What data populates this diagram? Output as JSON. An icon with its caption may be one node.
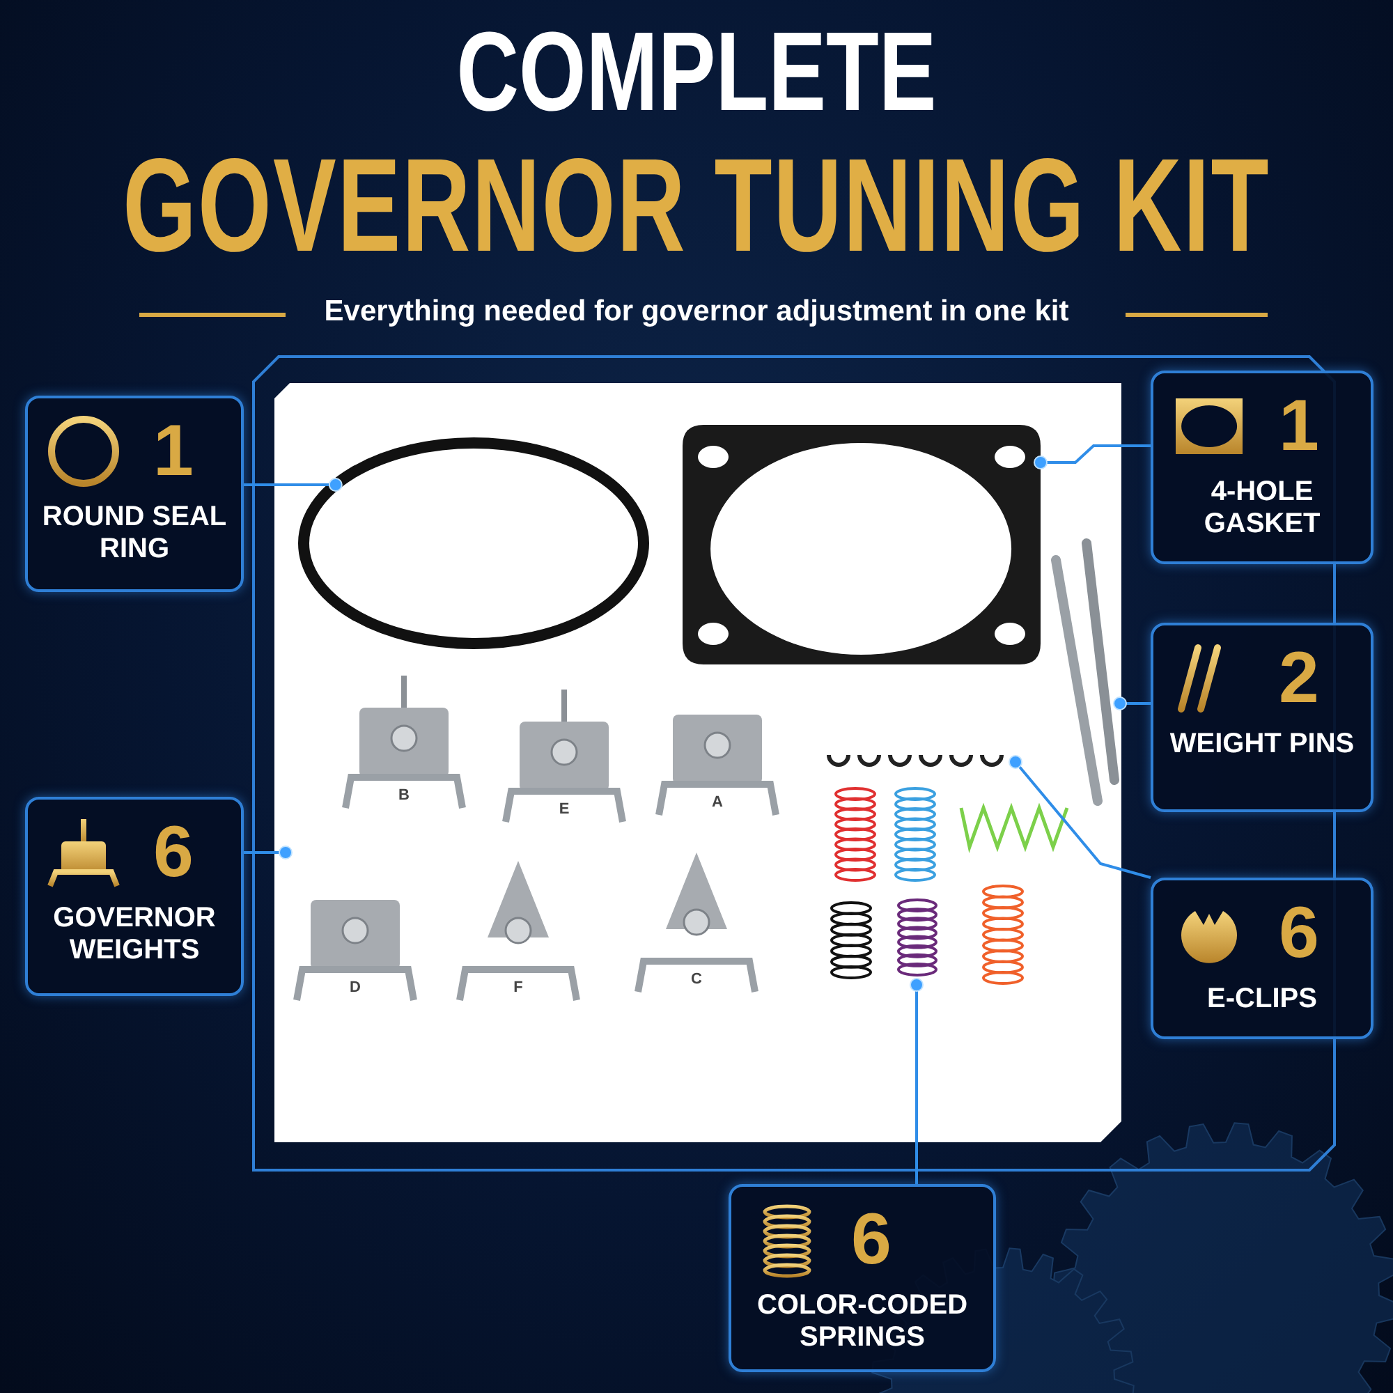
{
  "diagram": {
    "title": "COMPLETE GOVERNOR TUNING KIT",
    "nodes": [
      {
        "text": [
          "1",
          "ROUND SEAL RING"
        ]
      },
      {
        "text": [
          "6",
          "GOVERNOR WEIGHTS"
        ]
      },
      {
        "text": [
          "1",
          "4-HOLE GASKET"
        ]
      },
      {
        "text": [
          "2",
          "WEIGHT PINS"
        ]
      },
      {
        "text": [
          "6",
          "E-CLIPS"
        ]
      },
      {
        "text": [
          "6",
          "COLOR-CODED SPRINGS"
        ]
      },
      {
        "text": [],
        "shape": "circle"
      },
      {
        "text": [],
        "shape": "picture"
      },
      {
        "text": [],
        "shape": "picture"
      },
      {
        "text": [],
        "shape": "picture"
      },
      {
        "text": [],
        "shape": "picture"
      },
      {
        "text": [],
        "shape": "picture"
      }
    ],
    "edges": [
      {
        "from": 0,
        "to": 6,
        "arrow": "other"
      },
      {
        "from": 1,
        "to": 9,
        "arrow": "other"
      },
      {
        "from": 2,
        "to": 7,
        "arrow": "other"
      },
      {
        "from": 3,
        "to": 8,
        "arrow": "other"
      },
      {
        "from": 4,
        "to": 10,
        "arrow": "other"
      },
      {
        "from": 5,
        "to": 11,
        "arrow": "other"
      }
    ],
    "labels": [
      "Everything needed for governor adjustment in one kit",
      "B",
      "E",
      "A",
      "D",
      "F",
      "C"
    ]
  }
}
